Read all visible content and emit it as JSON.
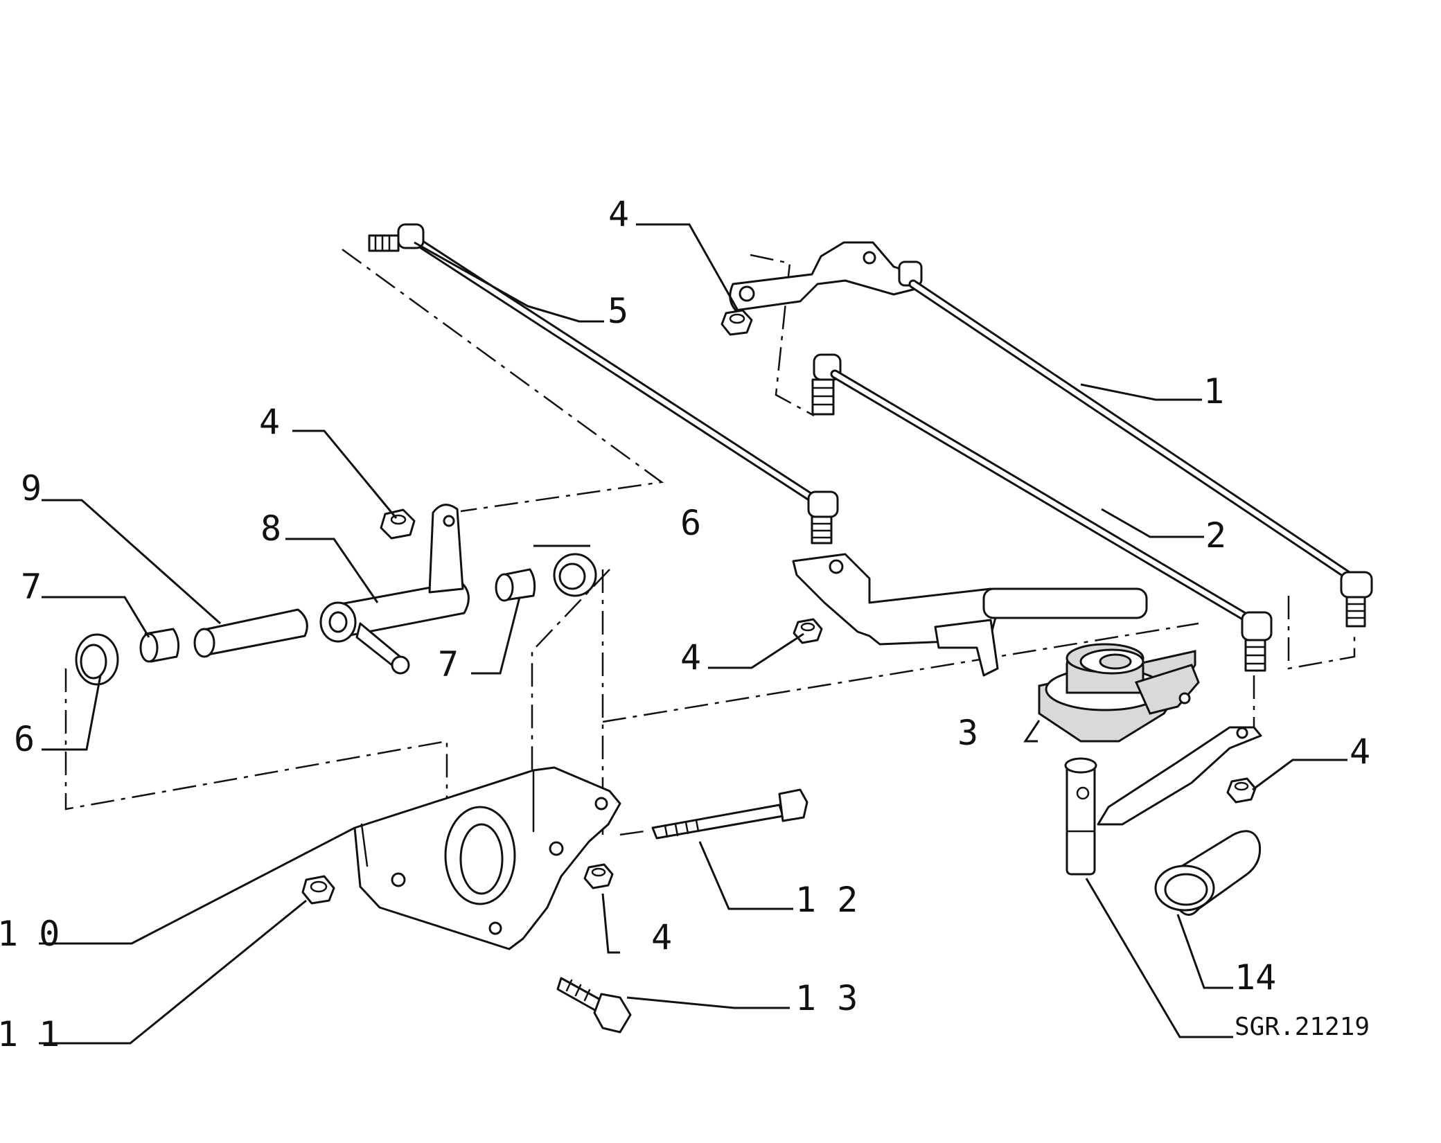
{
  "diagram": {
    "callouts": {
      "c1": "1",
      "c2": "2",
      "c3": "3",
      "c4a": "4",
      "c4b": "4",
      "c4c": "4",
      "c4d": "4",
      "c4e": "4",
      "c5": "5",
      "c6a": "6",
      "c6b": "6",
      "c7a": "7",
      "c7b": "7",
      "c8": "8",
      "c9": "9",
      "c10": "1 0",
      "c11": "1 1",
      "c12": "1 2",
      "c13": "1 3",
      "c14": "14"
    },
    "reference_code": "SGR.21219"
  }
}
